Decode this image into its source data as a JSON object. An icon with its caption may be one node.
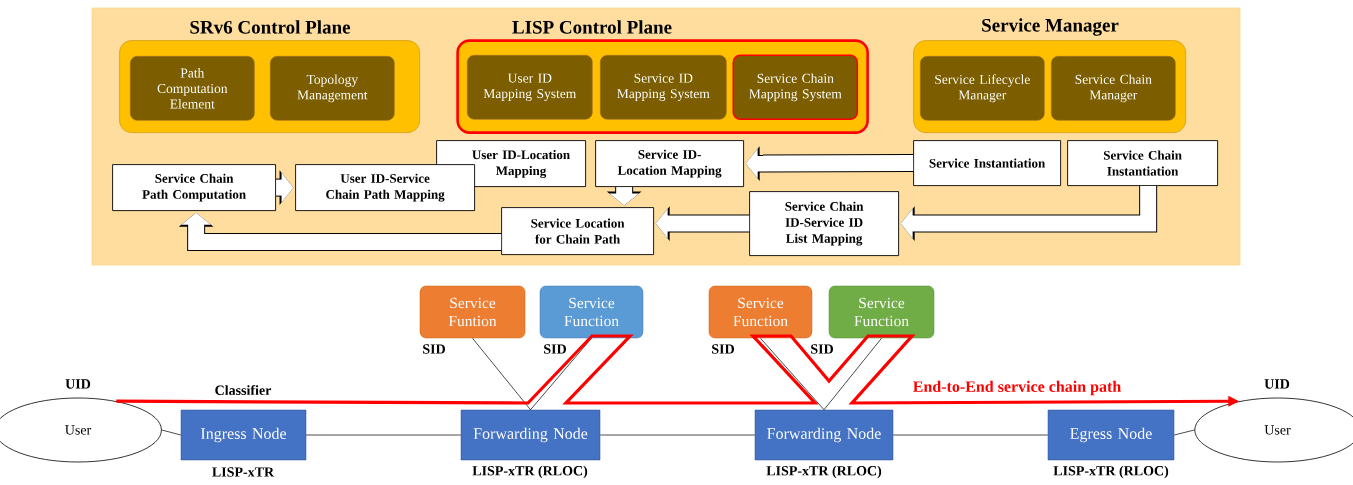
{
  "diagram": {
    "nodes": [
      {
        "text": [],
        "shape": "box"
      },
      {
        "text": [
          "SRv6 Control Plane"
        ],
        "in": 0
      },
      {
        "text": [
          "Path Computation Element"
        ],
        "in": 1
      },
      {
        "text": [
          "Topology Management"
        ],
        "in": 1
      },
      {
        "text": [
          "LISP Control Plane"
        ],
        "in": 0
      },
      {
        "text": [
          "User ID Mapping System"
        ],
        "in": 4
      },
      {
        "text": [
          "Service ID Mapping System"
        ],
        "in": 4
      },
      {
        "text": [
          "Service Chain Mapping System"
        ],
        "in": 4
      },
      {
        "text": [
          "Service Manager"
        ],
        "in": 0
      },
      {
        "text": [
          "Service Lifecycle Manager"
        ],
        "in": 8
      },
      {
        "text": [
          "Service Chain Manager"
        ],
        "in": 8
      },
      {
        "text": [
          "User ID-Location Mapping"
        ],
        "in": 0
      },
      {
        "text": [
          "Service ID-Location Mapping"
        ],
        "in": 0
      },
      {
        "text": [
          "Service Instantiation"
        ],
        "in": 0
      },
      {
        "text": [
          "Service Chain Instantiation"
        ],
        "in": 0
      },
      {
        "text": [
          "Service Chain Path Computation"
        ],
        "in": 0
      },
      {
        "text": [
          "User ID-Service Chain Path Mapping"
        ],
        "in": 0
      },
      {
        "text": [
          "Service Location for Chain Path"
        ],
        "in": 0
      },
      {
        "text": [
          "Service Chain ID-Service ID List Mapping"
        ],
        "in": 0
      },
      {
        "text": [
          "Service Funtion"
        ],
        "beside": [
          "SID"
        ]
      },
      {
        "text": [
          "Service Function"
        ],
        "beside": [
          "SID"
        ]
      },
      {
        "text": [
          "Service Function"
        ],
        "beside": [
          "SID"
        ]
      },
      {
        "text": [
          "Service Function"
        ],
        "beside": [
          "SID"
        ]
      },
      {
        "text": [
          "User"
        ],
        "beside": [
          "UID"
        ]
      },
      {
        "text": [
          "Ingress Node"
        ],
        "beside": [
          "Classifier",
          "LISP-xTR"
        ]
      },
      {
        "text": [
          "Forwarding Node"
        ],
        "beside": [
          "LISP-xTR (RLOC)"
        ]
      },
      {
        "text": [
          "Forwarding Node"
        ],
        "beside": [
          "LISP-xTR (RLOC)"
        ]
      },
      {
        "text": [
          "Egress Node"
        ],
        "beside": [
          "LISP-xTR (RLOC)"
        ]
      },
      {
        "text": [
          "User"
        ],
        "beside": [
          "UID"
        ]
      }
    ],
    "edges": [
      {
        "from": 15,
        "to": 16,
        "arrow": "to",
        "style": "thick",
        "color": "#ffffff"
      },
      {
        "from": 13,
        "to": 12,
        "arrow": "to",
        "style": "thick",
        "color": "#ffffff"
      },
      {
        "from": 12,
        "to": 17,
        "arrow": "to",
        "style": "thick",
        "color": "#ffffff"
      },
      {
        "from": 14,
        "to": 18,
        "arrow": "to",
        "style": "thick",
        "color": "#ffffff"
      },
      {
        "from": 18,
        "to": 17,
        "arrow": "to",
        "style": "thick",
        "color": "#ffffff"
      },
      {
        "from": 17,
        "to": 15,
        "arrow": "to",
        "style": "thick",
        "color": "#ffffff"
      },
      {
        "from": 23,
        "to": 24,
        "arrow": "none"
      },
      {
        "from": 24,
        "to": 25,
        "arrow": "none"
      },
      {
        "from": 25,
        "to": 26,
        "arrow": "none"
      },
      {
        "from": 26,
        "to": 27,
        "arrow": "none"
      },
      {
        "from": 27,
        "to": 28,
        "arrow": "none"
      },
      {
        "from": 19,
        "to": 25,
        "arrow": "none"
      },
      {
        "from": 20,
        "to": 25,
        "arrow": "none"
      },
      {
        "from": 21,
        "to": 26,
        "arrow": "none"
      },
      {
        "from": 22,
        "to": 26,
        "arrow": "none"
      },
      {
        "from": 23,
        "to": 28,
        "arrow": "to",
        "label": "End-to-End service chain path",
        "style": "thick",
        "color": "#ff0000"
      }
    ]
  }
}
